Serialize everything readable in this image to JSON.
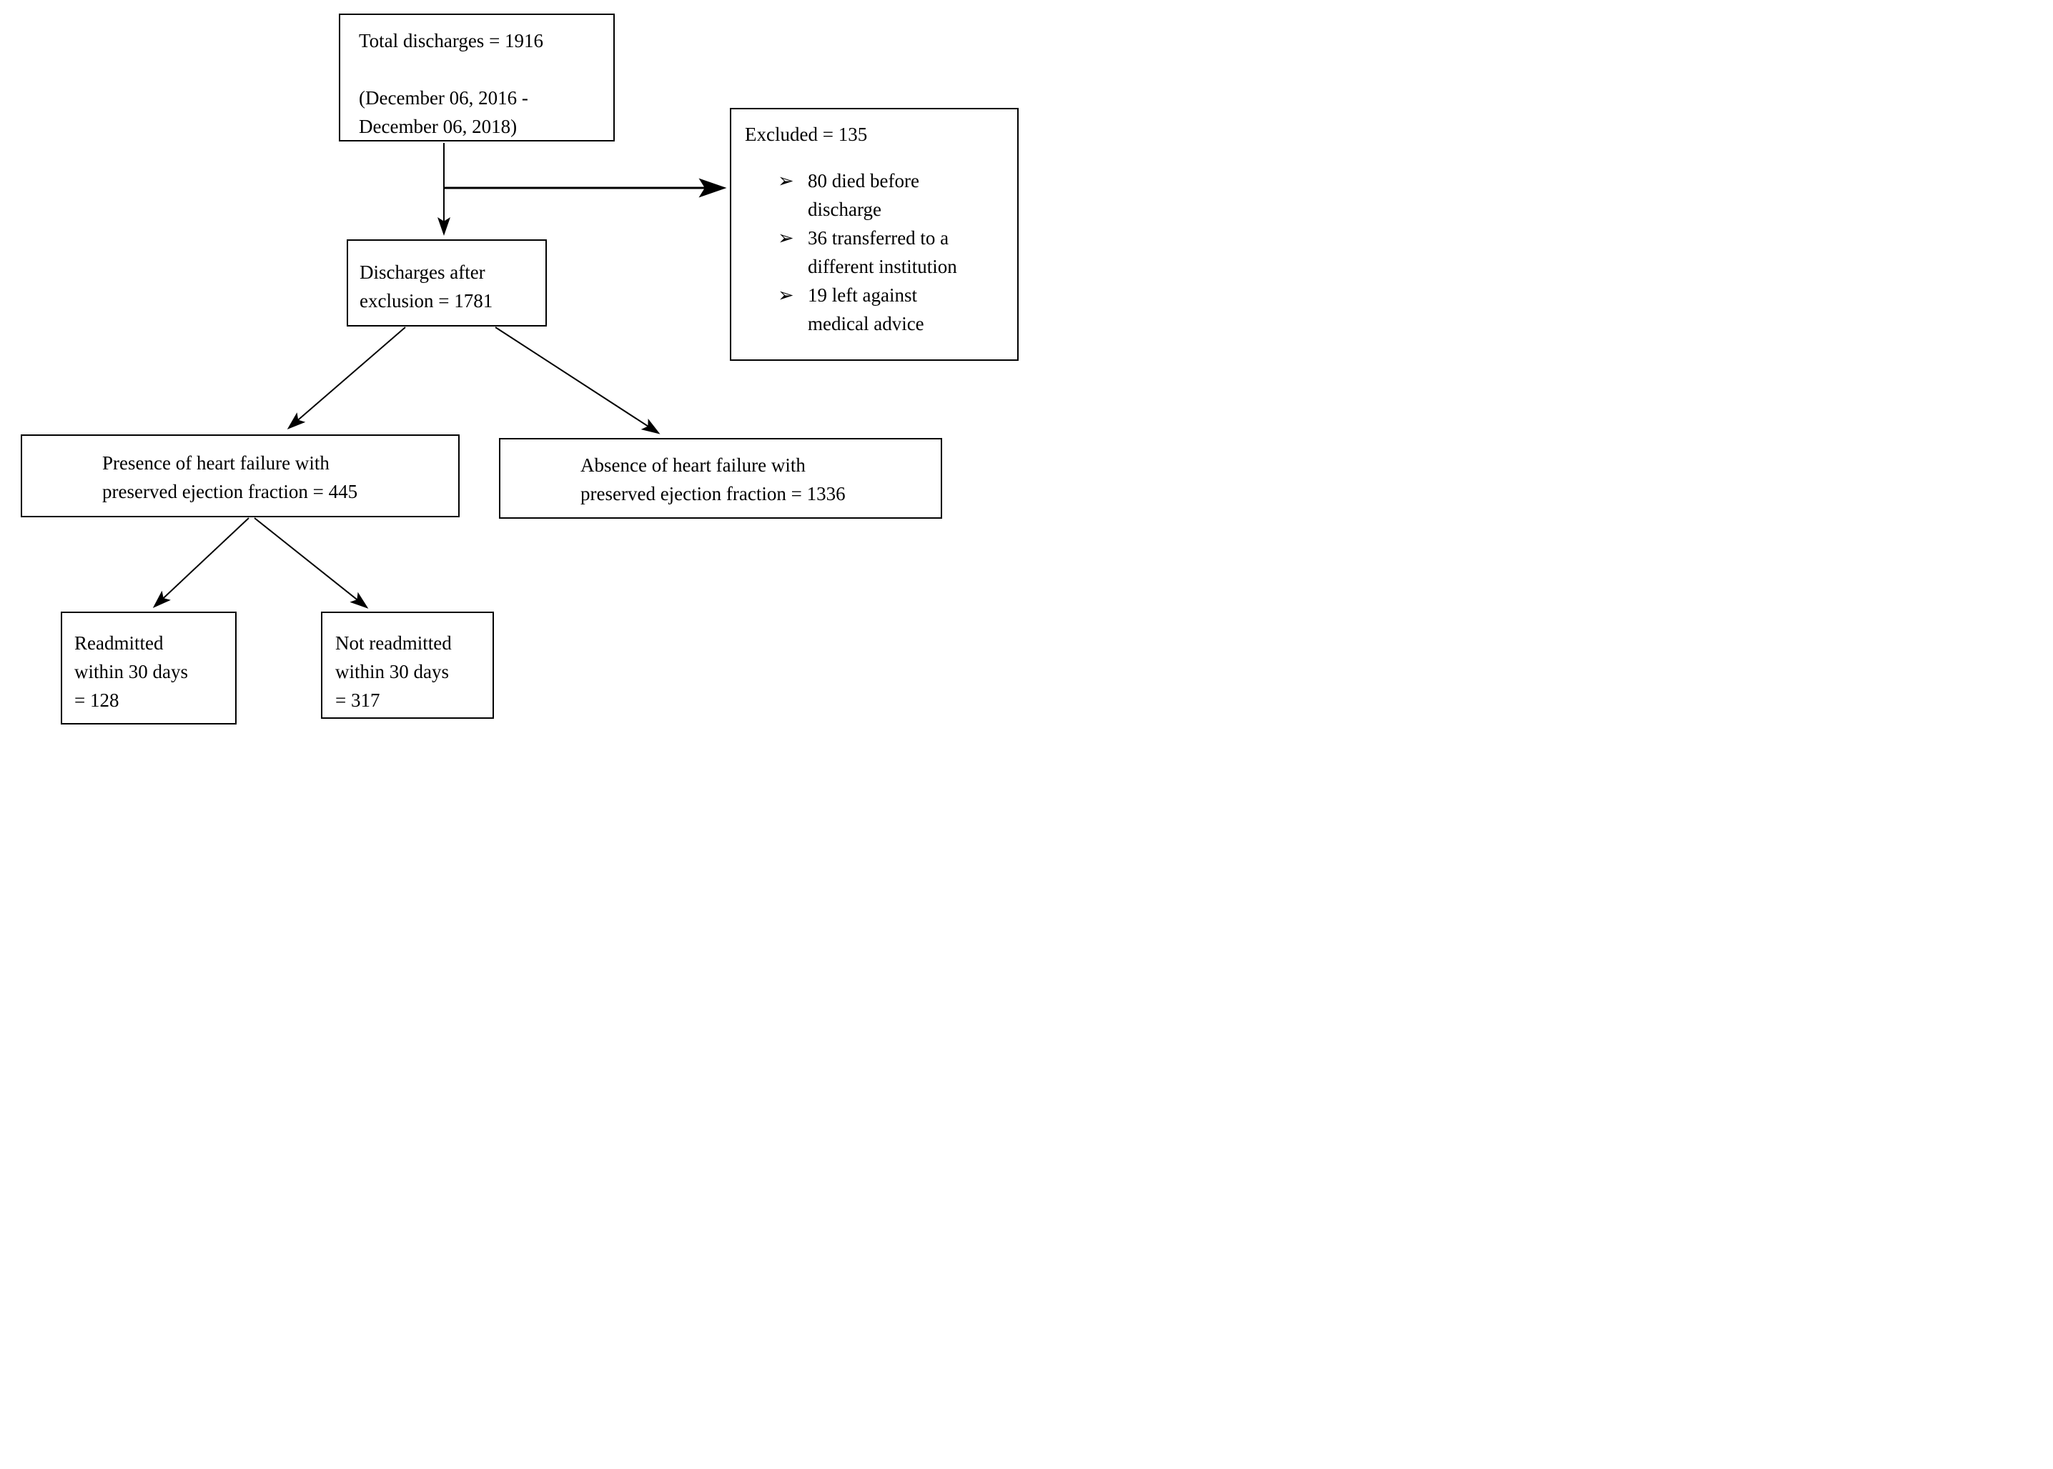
{
  "diagram_type": "flowchart",
  "colors": {
    "background": "#ffffff",
    "box_border": "#000000",
    "text": "#000000",
    "arrow": "#000000"
  },
  "nodes": {
    "total_discharges": {
      "lines": [
        "Total discharges = 1916",
        "",
        "(December 06, 2016 -",
        "December 06, 2018)"
      ]
    },
    "excluded": {
      "title": "Excluded = 135",
      "bullet_glyph": "➢",
      "items": [
        {
          "lines": [
            "80 died before",
            "discharge"
          ]
        },
        {
          "lines": [
            "36 transferred to a",
            "different institution"
          ]
        },
        {
          "lines": [
            "19 left against",
            "medical advice"
          ]
        }
      ]
    },
    "after_exclusion": {
      "lines": [
        "Discharges after",
        "exclusion = 1781"
      ]
    },
    "hfpef_presence": {
      "lines": [
        "Presence of heart failure with",
        "preserved ejection fraction = 445"
      ]
    },
    "hfpef_absence": {
      "lines": [
        "Absence of heart failure with",
        "preserved ejection fraction = 1336"
      ]
    },
    "readmitted": {
      "lines": [
        "Readmitted",
        "within 30 days",
        "= 128"
      ]
    },
    "not_readmitted": {
      "lines": [
        "Not readmitted",
        "within 30 days",
        "= 317"
      ]
    }
  }
}
